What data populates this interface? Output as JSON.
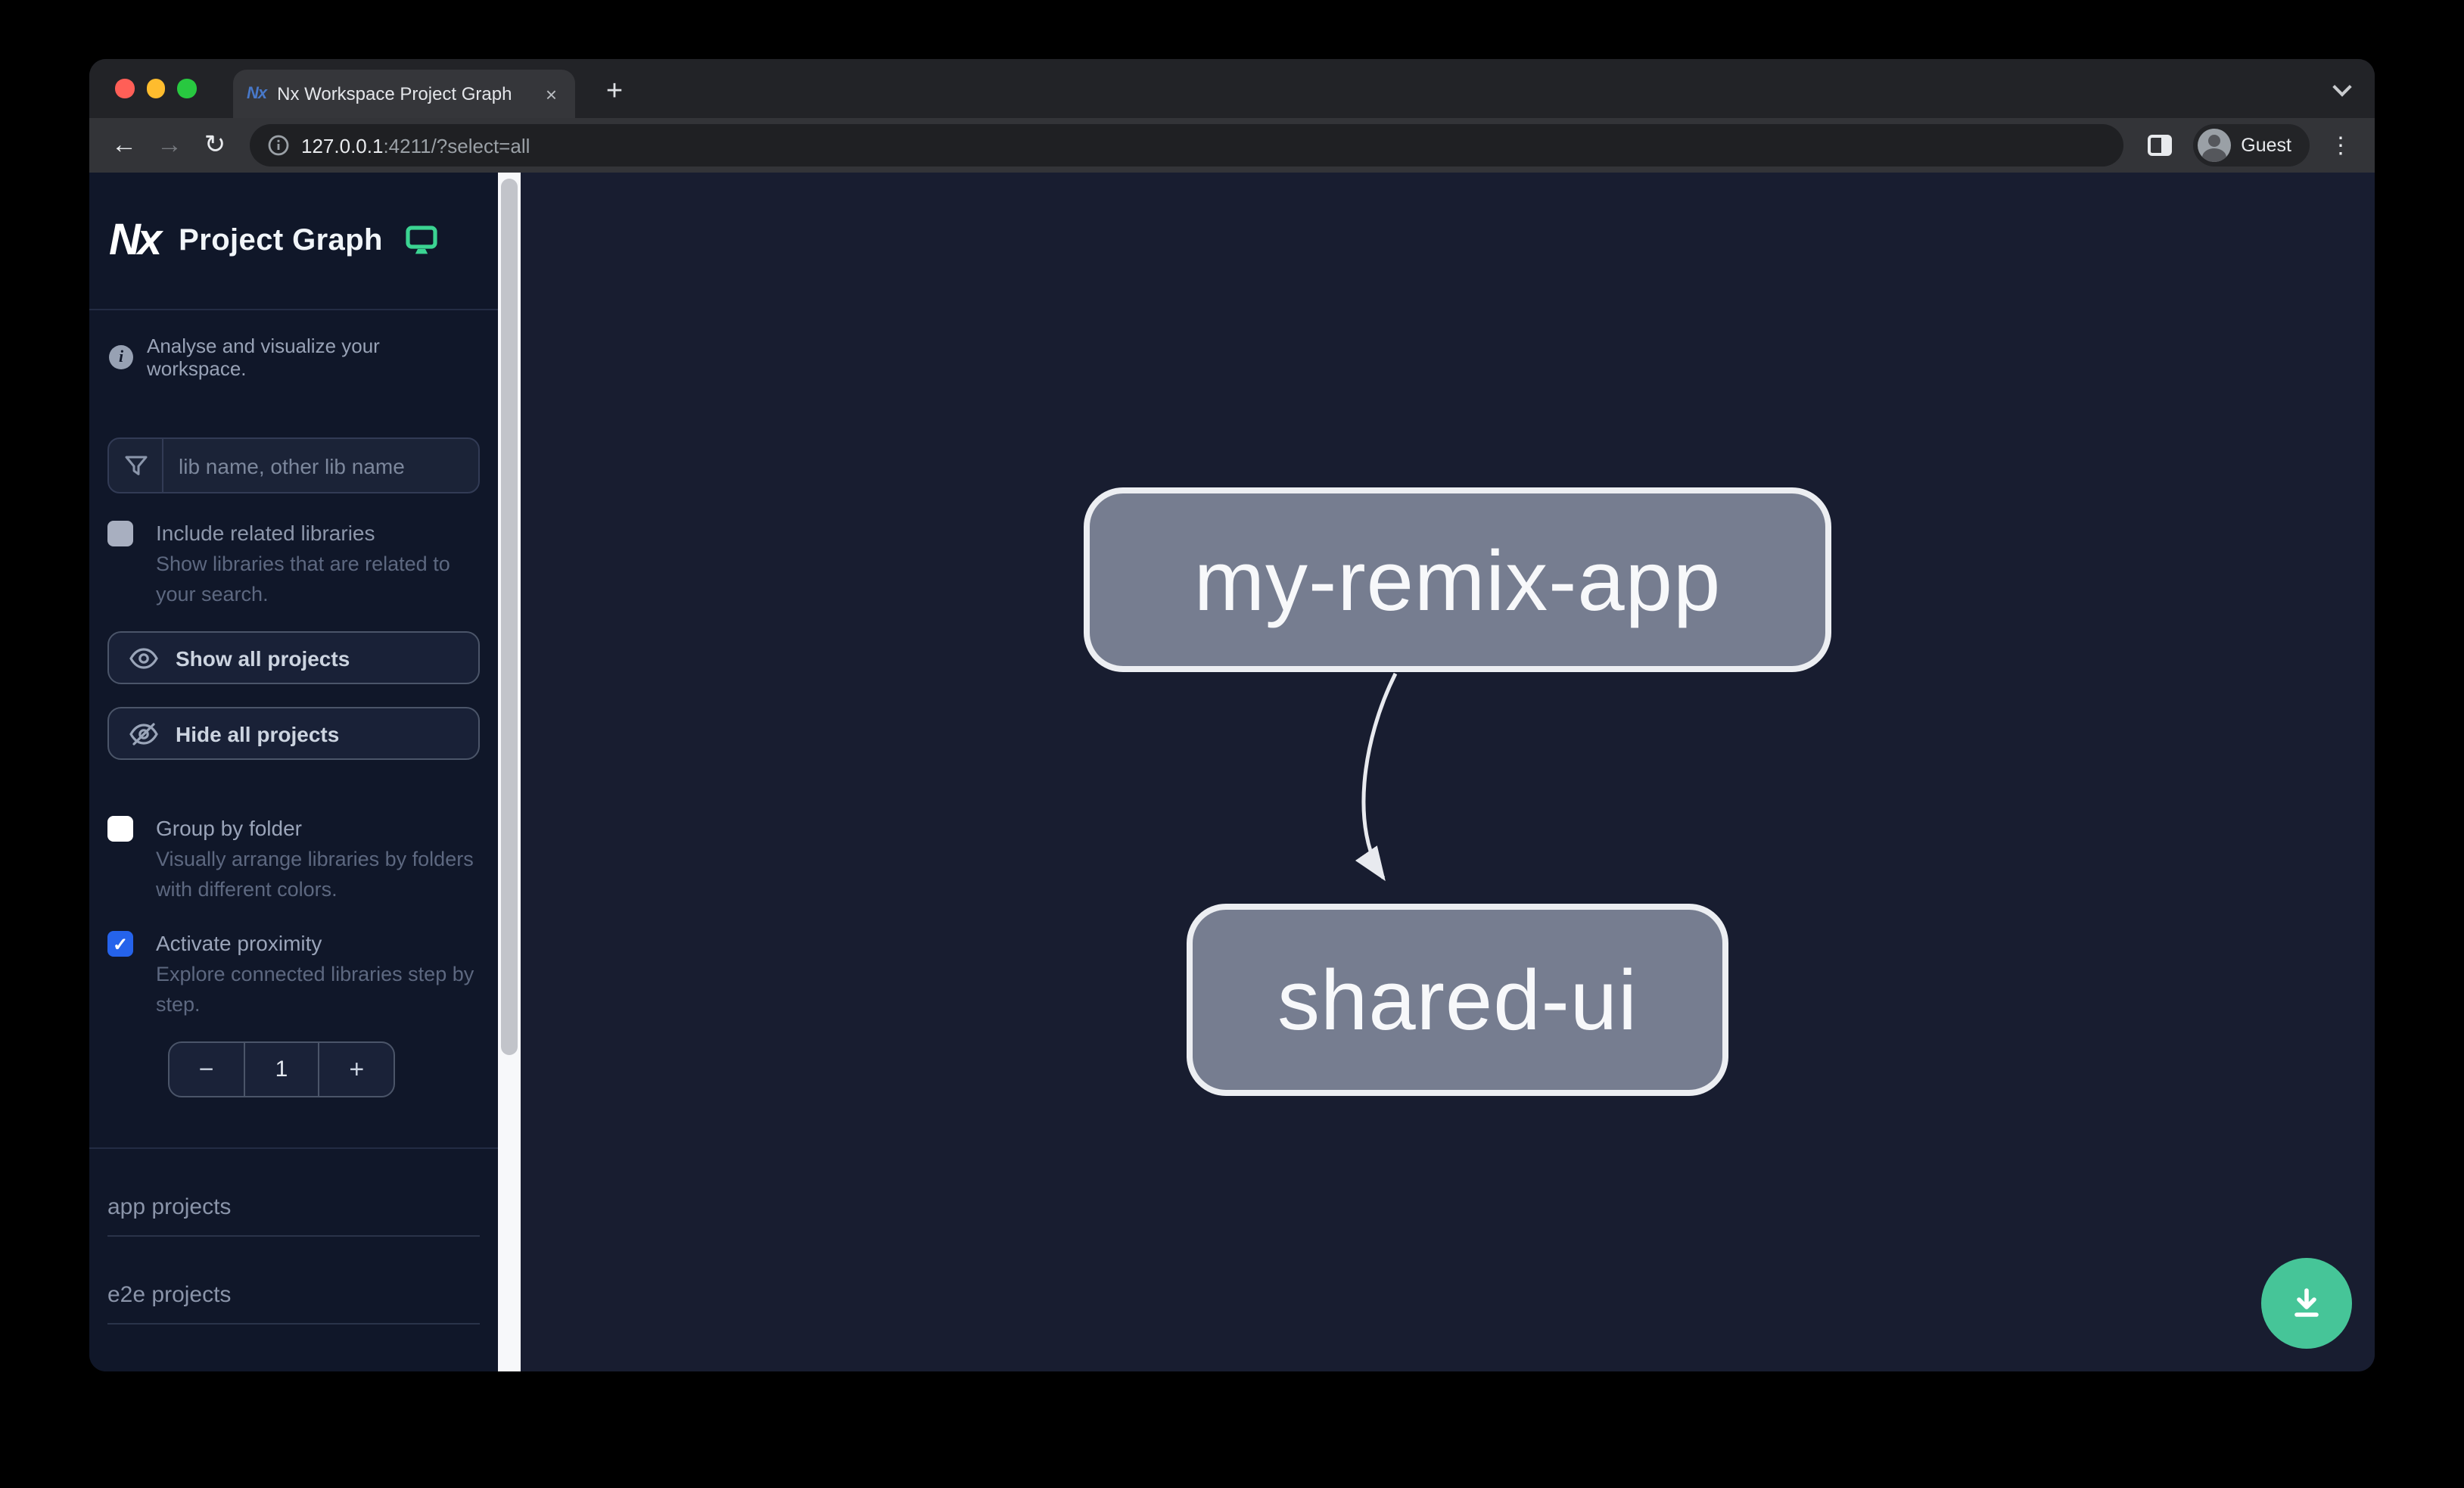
{
  "browser": {
    "tab_title": "Nx Workspace Project Graph",
    "favicon_text": "Nx",
    "close_tab": "×",
    "new_tab": "+",
    "url_host": "127.0.0.1",
    "url_rest": ":4211/?select=all",
    "profile_label": "Guest"
  },
  "icons": {
    "back": "←",
    "forward": "→",
    "reload": "↻",
    "info_circled": "i",
    "overflow_menu": "⋮",
    "check": "✓"
  },
  "sidebar": {
    "logo_text": "Nx",
    "app_title": "Project Graph",
    "tagline": "Analyse and visualize your workspace.",
    "filter": {
      "placeholder": "lib name, other lib name"
    },
    "options": [
      {
        "label": "Include related libraries",
        "description": "Show libraries that are related to your search.",
        "checked": false
      },
      {
        "label": "Group by folder",
        "description": "Visually arrange libraries by folders with different colors.",
        "checked": false
      },
      {
        "label": "Activate proximity",
        "description": "Explore connected libraries step by step.",
        "checked": true
      }
    ],
    "buttons": {
      "show_all": "Show all projects",
      "hide_all": "Hide all projects"
    },
    "stepper": {
      "decrement": "−",
      "value": "1",
      "increment": "+"
    },
    "sections": [
      {
        "label": "app projects"
      },
      {
        "label": "e2e projects"
      }
    ]
  },
  "graph": {
    "nodes": [
      {
        "label": "my-remix-app"
      },
      {
        "label": "shared-ui"
      }
    ],
    "edge": {
      "from": "my-remix-app",
      "to": "shared-ui"
    }
  },
  "colors": {
    "accent_teal": "#3bd492",
    "download_fab": "#46c598",
    "checkbox_checked_blue": "#2563eb",
    "node_fill": "#767d90",
    "node_border": "#eceef2",
    "canvas_bg": "#181d30",
    "sidebar_bg": "#101729"
  }
}
